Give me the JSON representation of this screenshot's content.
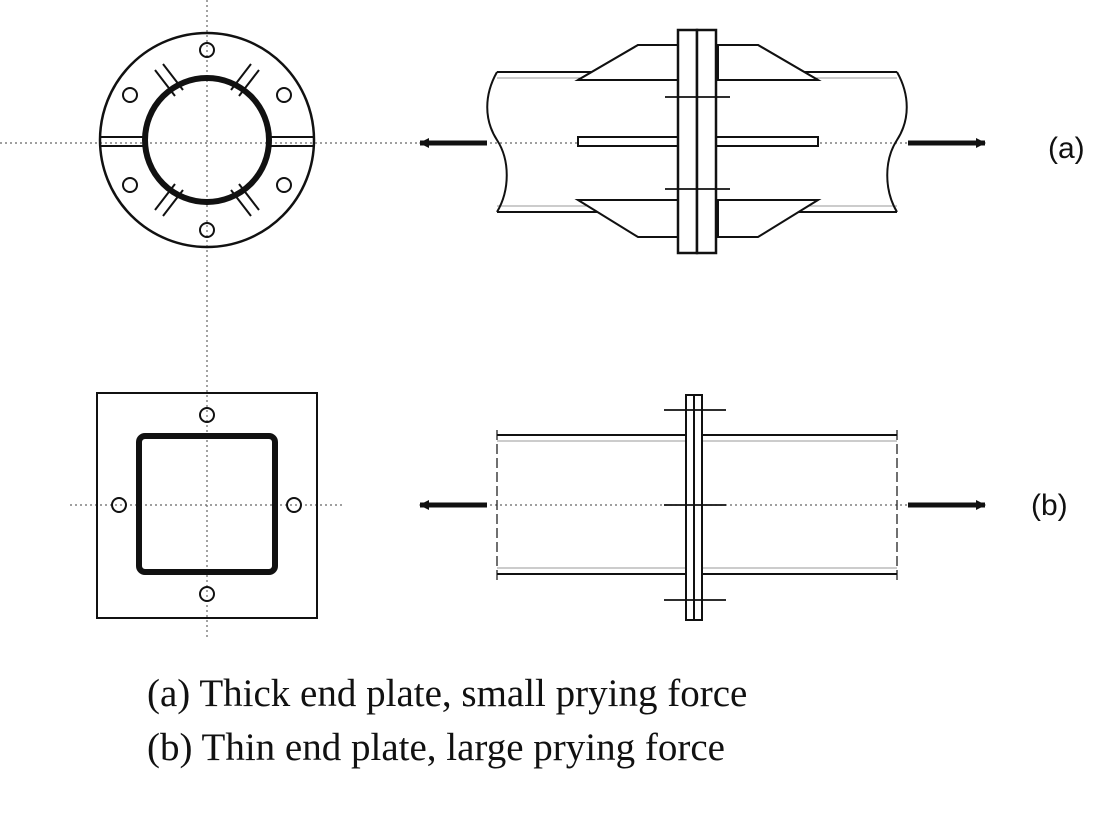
{
  "labels": {
    "row_a": "(a)",
    "row_b": "(b)"
  },
  "captions": {
    "a": "(a) Thick end plate, small prying force",
    "b": "(b) Thin end plate, large prying force"
  },
  "colors": {
    "ink": "#111111",
    "centerline": "#555555",
    "background": "#ffffff"
  }
}
